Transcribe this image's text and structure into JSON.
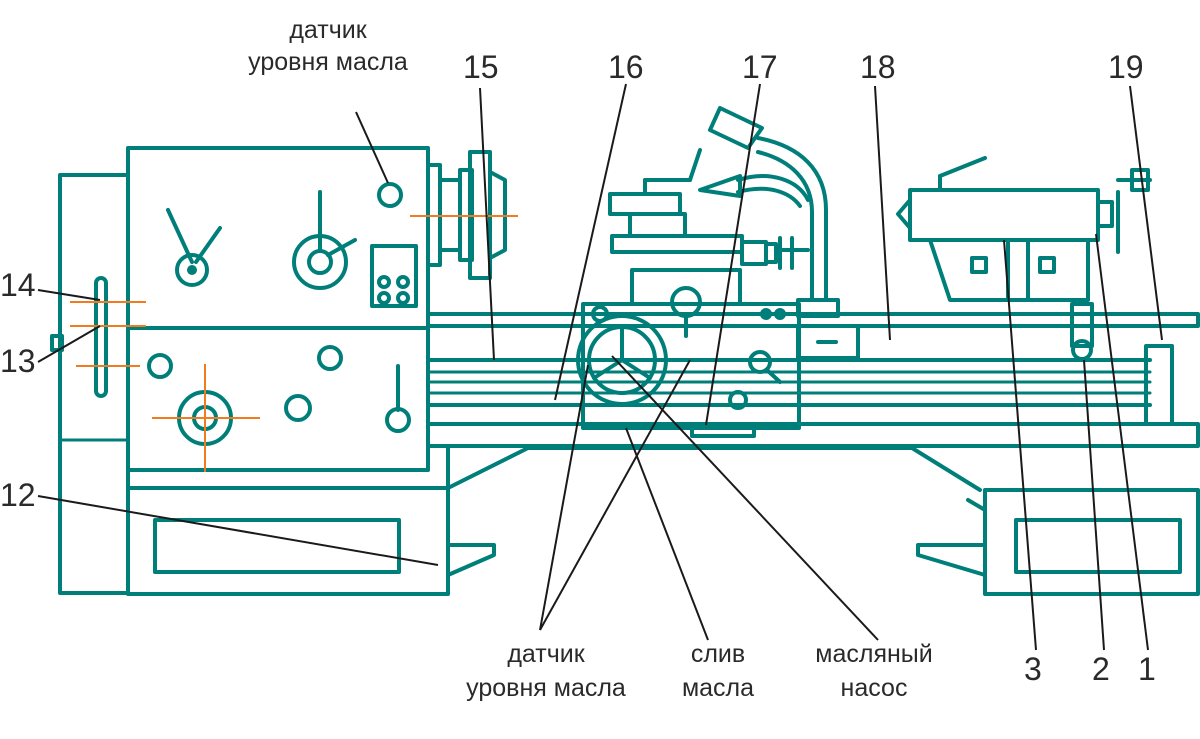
{
  "diagram": {
    "numbers": {
      "n1": "1",
      "n2": "2",
      "n3": "3",
      "n12": "12",
      "n13": "13",
      "n14": "14",
      "n15": "15",
      "n16": "16",
      "n17": "17",
      "n18": "18",
      "n19": "19"
    },
    "captions": {
      "oil_level_sensor_top": [
        "датчик",
        "уровня масла"
      ],
      "oil_level_sensor_bottom": [
        "датчик",
        "уровня масла"
      ],
      "oil_drain": [
        "слив",
        "масла"
      ],
      "oil_pump": [
        "масляный",
        "насос"
      ]
    },
    "colors": {
      "machine": "#007f7a",
      "axis": "#f07c22",
      "leader": "#1a1a1a",
      "text": "#2a2a2a"
    }
  }
}
